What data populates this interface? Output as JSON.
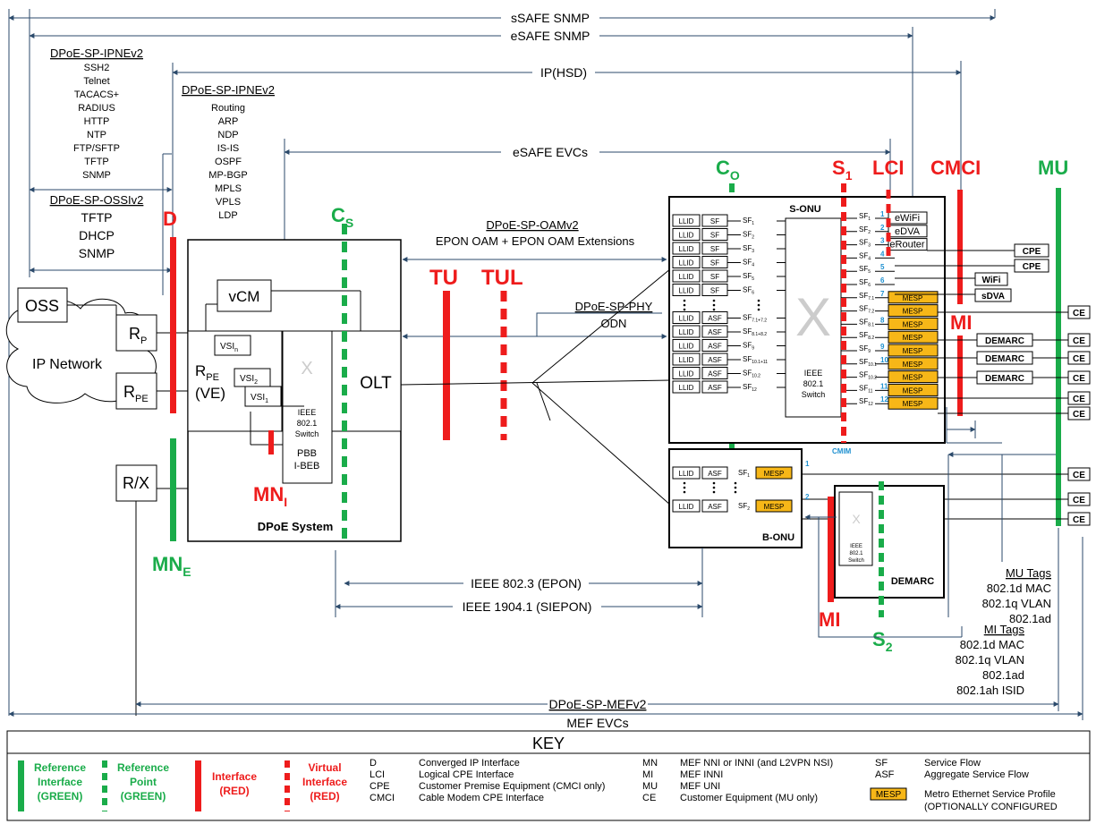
{
  "top_lines": {
    "ssafe_snmp": "sSAFE SNMP",
    "esafe_snmp": "eSAFE SNMP",
    "ip_hsd": "IP(HSD)",
    "esafe_evcs": "eSAFE EVCs"
  },
  "ipne_left": {
    "title": "DPoE-SP-IPNEv2",
    "items": [
      "SSH2",
      "Telnet",
      "TACACS+",
      "RADIUS",
      "HTTP",
      "NTP",
      "FTP/SFTP",
      "TFTP",
      "SNMP"
    ]
  },
  "ipne_right": {
    "title": "DPoE-SP-IPNEv2",
    "items": [
      "Routing",
      "ARP",
      "NDP",
      "IS-IS",
      "OSPF",
      "MP-BGP",
      "MPLS",
      "VPLS",
      "LDP"
    ]
  },
  "ossi": {
    "title": "DPoE-SP-OSSIv2",
    "items": [
      "TFTP",
      "DHCP",
      "SNMP"
    ]
  },
  "oam": {
    "title": "DPoE-SP-OAMv2",
    "subtitle": "EPON OAM + EPON OAM Extensions"
  },
  "phy": {
    "title": "DPoE-SP-PHY",
    "subtitle": "ODN"
  },
  "left": {
    "oss": "OSS",
    "rp": "R",
    "rp_sub": "P",
    "rpe": "R",
    "rpe_sub": "PE",
    "ip_network": "IP Network",
    "rx": "R/X"
  },
  "dpoe": {
    "vcm": "vCM",
    "rpe_ve_1": "R",
    "rpe_ve_sub": "PE",
    "rpe_ve_2": "(VE)",
    "vsin": "VSI",
    "vsin_sub": "n",
    "vsi2": "VSI",
    "vsi2_sub": "2",
    "vsi1": "VSI",
    "vsi1_sub": "1",
    "switch": [
      "IEEE",
      "802.1",
      "Switch"
    ],
    "pbb": "PBB",
    "ibeb": "I-BEB",
    "olt": "OLT",
    "system": "DPoE System"
  },
  "ifaces": {
    "d": "D",
    "cs": "C",
    "cs_sub": "S",
    "tu": "TU",
    "tul": "TUL",
    "co": "C",
    "co_sub": "O",
    "s1": "S",
    "s1_sub": "1",
    "lci": "LCI",
    "cmci": "CMCI",
    "mu": "MU",
    "mi": "MI",
    "mni": "MN",
    "mni_sub": "I",
    "mne": "MN",
    "mne_sub": "E",
    "mi_lower": "MI",
    "s2": "S",
    "s2_sub": "2"
  },
  "sonu": {
    "title": "S-ONU",
    "rows": [
      {
        "a": "LLID",
        "b": "SF",
        "sf": "SF",
        "sub": "1"
      },
      {
        "a": "LLID",
        "b": "SF",
        "sf": "SF",
        "sub": "2"
      },
      {
        "a": "LLID",
        "b": "SF",
        "sf": "SF",
        "sub": "3"
      },
      {
        "a": "LLID",
        "b": "SF",
        "sf": "SF",
        "sub": "4"
      },
      {
        "a": "LLID",
        "b": "SF",
        "sf": "SF",
        "sub": "5"
      },
      {
        "a": "LLID",
        "b": "SF",
        "sf": "SF",
        "sub": "6"
      },
      {
        "a": "",
        "b": "",
        "sf": "",
        "sub": ""
      },
      {
        "a": "LLID",
        "b": "ASF",
        "sf": "SF",
        "sub": "7.1+7.2"
      },
      {
        "a": "LLID",
        "b": "ASF",
        "sf": "SF",
        "sub": "8.1+8.2"
      },
      {
        "a": "LLID",
        "b": "ASF",
        "sf": "SF",
        "sub": "9"
      },
      {
        "a": "LLID",
        "b": "ASF",
        "sf": "SF",
        "sub": "10.1+11"
      },
      {
        "a": "LLID",
        "b": "ASF",
        "sf": "SF",
        "sub": "10.2"
      },
      {
        "a": "LLID",
        "b": "ASF",
        "sf": "SF",
        "sub": "12"
      }
    ],
    "switch": [
      "IEEE",
      "802.1",
      "Switch"
    ],
    "right_sf": [
      {
        "sub": "1",
        "num": "1",
        "box": "eWiFi"
      },
      {
        "sub": "2",
        "num": "2",
        "box": "eDVA"
      },
      {
        "sub": "3",
        "num": "3",
        "box": "eRouter"
      },
      {
        "sub": "4",
        "num": "4",
        "box": ""
      },
      {
        "sub": "5",
        "num": "5",
        "box": ""
      },
      {
        "sub": "6",
        "num": "6",
        "box": ""
      },
      {
        "sub": "7.1",
        "num": "7",
        "box": "MESP"
      },
      {
        "sub": "7.2",
        "num": "",
        "box": "MESP"
      },
      {
        "sub": "8.1",
        "num": "8",
        "box": "MESP"
      },
      {
        "sub": "8.2",
        "num": "",
        "box": "MESP"
      },
      {
        "sub": "9",
        "num": "9",
        "box": "MESP"
      },
      {
        "sub": "10.1",
        "num": "10",
        "box": "MESP"
      },
      {
        "sub": "10.2",
        "num": "",
        "box": "MESP"
      },
      {
        "sub": "11",
        "num": "11",
        "box": "MESP"
      },
      {
        "sub": "12",
        "num": "12",
        "box": "MESP"
      }
    ],
    "cmim": "CMIM"
  },
  "bonu": {
    "title": "B-ONU",
    "rows": [
      {
        "a": "LLID",
        "b": "ASF",
        "sf": "SF",
        "sub": "1",
        "num": "1"
      },
      {
        "a": "LLID",
        "b": "ASF",
        "sf": "SF",
        "sub": "2",
        "num": "2"
      }
    ],
    "mesp": "MESP"
  },
  "demarc": {
    "title": "DEMARC",
    "switch": [
      "IEEE",
      "802.1",
      "Switch"
    ]
  },
  "right_boxes": {
    "cpe": "CPE",
    "wifi": "WiFi",
    "sdva": "sDVA",
    "ce": "CE",
    "demarc": "DEMARC"
  },
  "mu_tags": {
    "title": "MU Tags",
    "items": [
      "802.1d MAC",
      "802.1q VLAN",
      "802.1ad"
    ]
  },
  "mi_tags": {
    "title": "MI Tags",
    "items": [
      "802.1d MAC",
      "802.1q VLAN",
      "802.1ad",
      "802.1ah ISID"
    ]
  },
  "bottom": {
    "epon": "IEEE 802.3 (EPON)",
    "siepon": "IEEE 1904.1 (SIEPON)",
    "mef": "DPoE-SP-MEFv2",
    "mef_evcs": "MEF EVCs"
  },
  "key": {
    "title": "KEY",
    "ref_if": [
      "Reference",
      "Interface",
      "(GREEN)"
    ],
    "ref_pt": [
      "Reference",
      "Point",
      "(GREEN)"
    ],
    "iface": [
      "Interface",
      "(RED)"
    ],
    "viface": [
      "Virtual",
      "Interface",
      "(RED)"
    ],
    "abbr1": [
      [
        "D",
        "Converged IP Interface"
      ],
      [
        "LCI",
        "Logical CPE Interface"
      ],
      [
        "CPE",
        "Customer Premise Equipment (CMCI only)"
      ],
      [
        "CMCI",
        "Cable Modem CPE Interface"
      ]
    ],
    "abbr2": [
      [
        "MN",
        "MEF NNI or INNI (and L2VPN NSI)"
      ],
      [
        "MI",
        "MEF INNI"
      ],
      [
        "MU",
        "MEF UNI"
      ],
      [
        "CE",
        "Customer Equipment (MU only)"
      ]
    ],
    "abbr3": [
      [
        "SF",
        "Service Flow"
      ],
      [
        "ASF",
        "Aggregate Service Flow"
      ]
    ],
    "mesp": "MESP",
    "mesp_desc": [
      "Metro Ethernet Service Profile",
      "(OPTIONALLY CONFIGURED"
    ]
  },
  "colors": {
    "red": "#ee1c1c",
    "green": "#1aac4a",
    "blue": "#1e90d0",
    "mesp": "#f7b718",
    "line": "#2b4a6b"
  }
}
